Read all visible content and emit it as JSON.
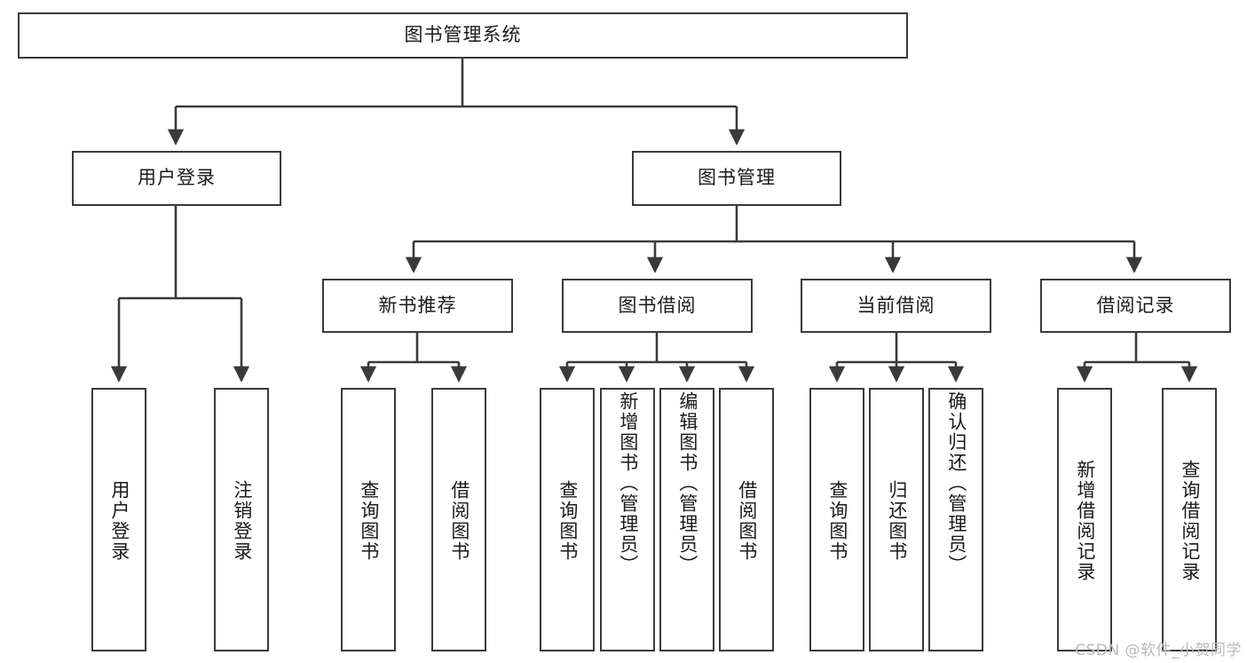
{
  "diagram": {
    "title_node": {
      "label": "图书管理系统"
    },
    "level2": [
      {
        "id": "user-login",
        "label": "用户登录"
      },
      {
        "id": "book-management",
        "label": "图书管理"
      }
    ],
    "level3": [
      {
        "id": "new-book-recommend",
        "label": "新书推荐"
      },
      {
        "id": "book-borrow",
        "label": "图书借阅"
      },
      {
        "id": "current-borrow",
        "label": "当前借阅"
      },
      {
        "id": "borrow-record",
        "label": "借阅记录"
      }
    ],
    "leaves": [
      {
        "id": "leaf-user-login",
        "label": "用户登录"
      },
      {
        "id": "leaf-logout-login",
        "label": "注销登录"
      },
      {
        "id": "leaf-query-book-1",
        "label": "查询图书"
      },
      {
        "id": "leaf-borrow-book-1",
        "label": "借阅图书"
      },
      {
        "id": "leaf-query-book-2",
        "label": "查询图书"
      },
      {
        "id": "leaf-add-book",
        "label": "新增图书（管理员）"
      },
      {
        "id": "leaf-edit-book",
        "label": "编辑图书（管理员）"
      },
      {
        "id": "leaf-borrow-book-2",
        "label": "借阅图书"
      },
      {
        "id": "leaf-query-book-3",
        "label": "查询图书"
      },
      {
        "id": "leaf-return-book",
        "label": "归还图书"
      },
      {
        "id": "leaf-confirm-return",
        "label": "确认归还（管理员）"
      },
      {
        "id": "leaf-add-record",
        "label": "新增借阅记录"
      },
      {
        "id": "leaf-query-record",
        "label": "查询借阅记录"
      }
    ]
  },
  "watermark": {
    "text": "CSDN @软件_小贺同学"
  },
  "colors": {
    "box_border": "#3a3a3a",
    "connector": "#3a3a3a",
    "background": "#ffffff",
    "text": "#1a1a1a",
    "watermark": "#b9b9b9"
  }
}
